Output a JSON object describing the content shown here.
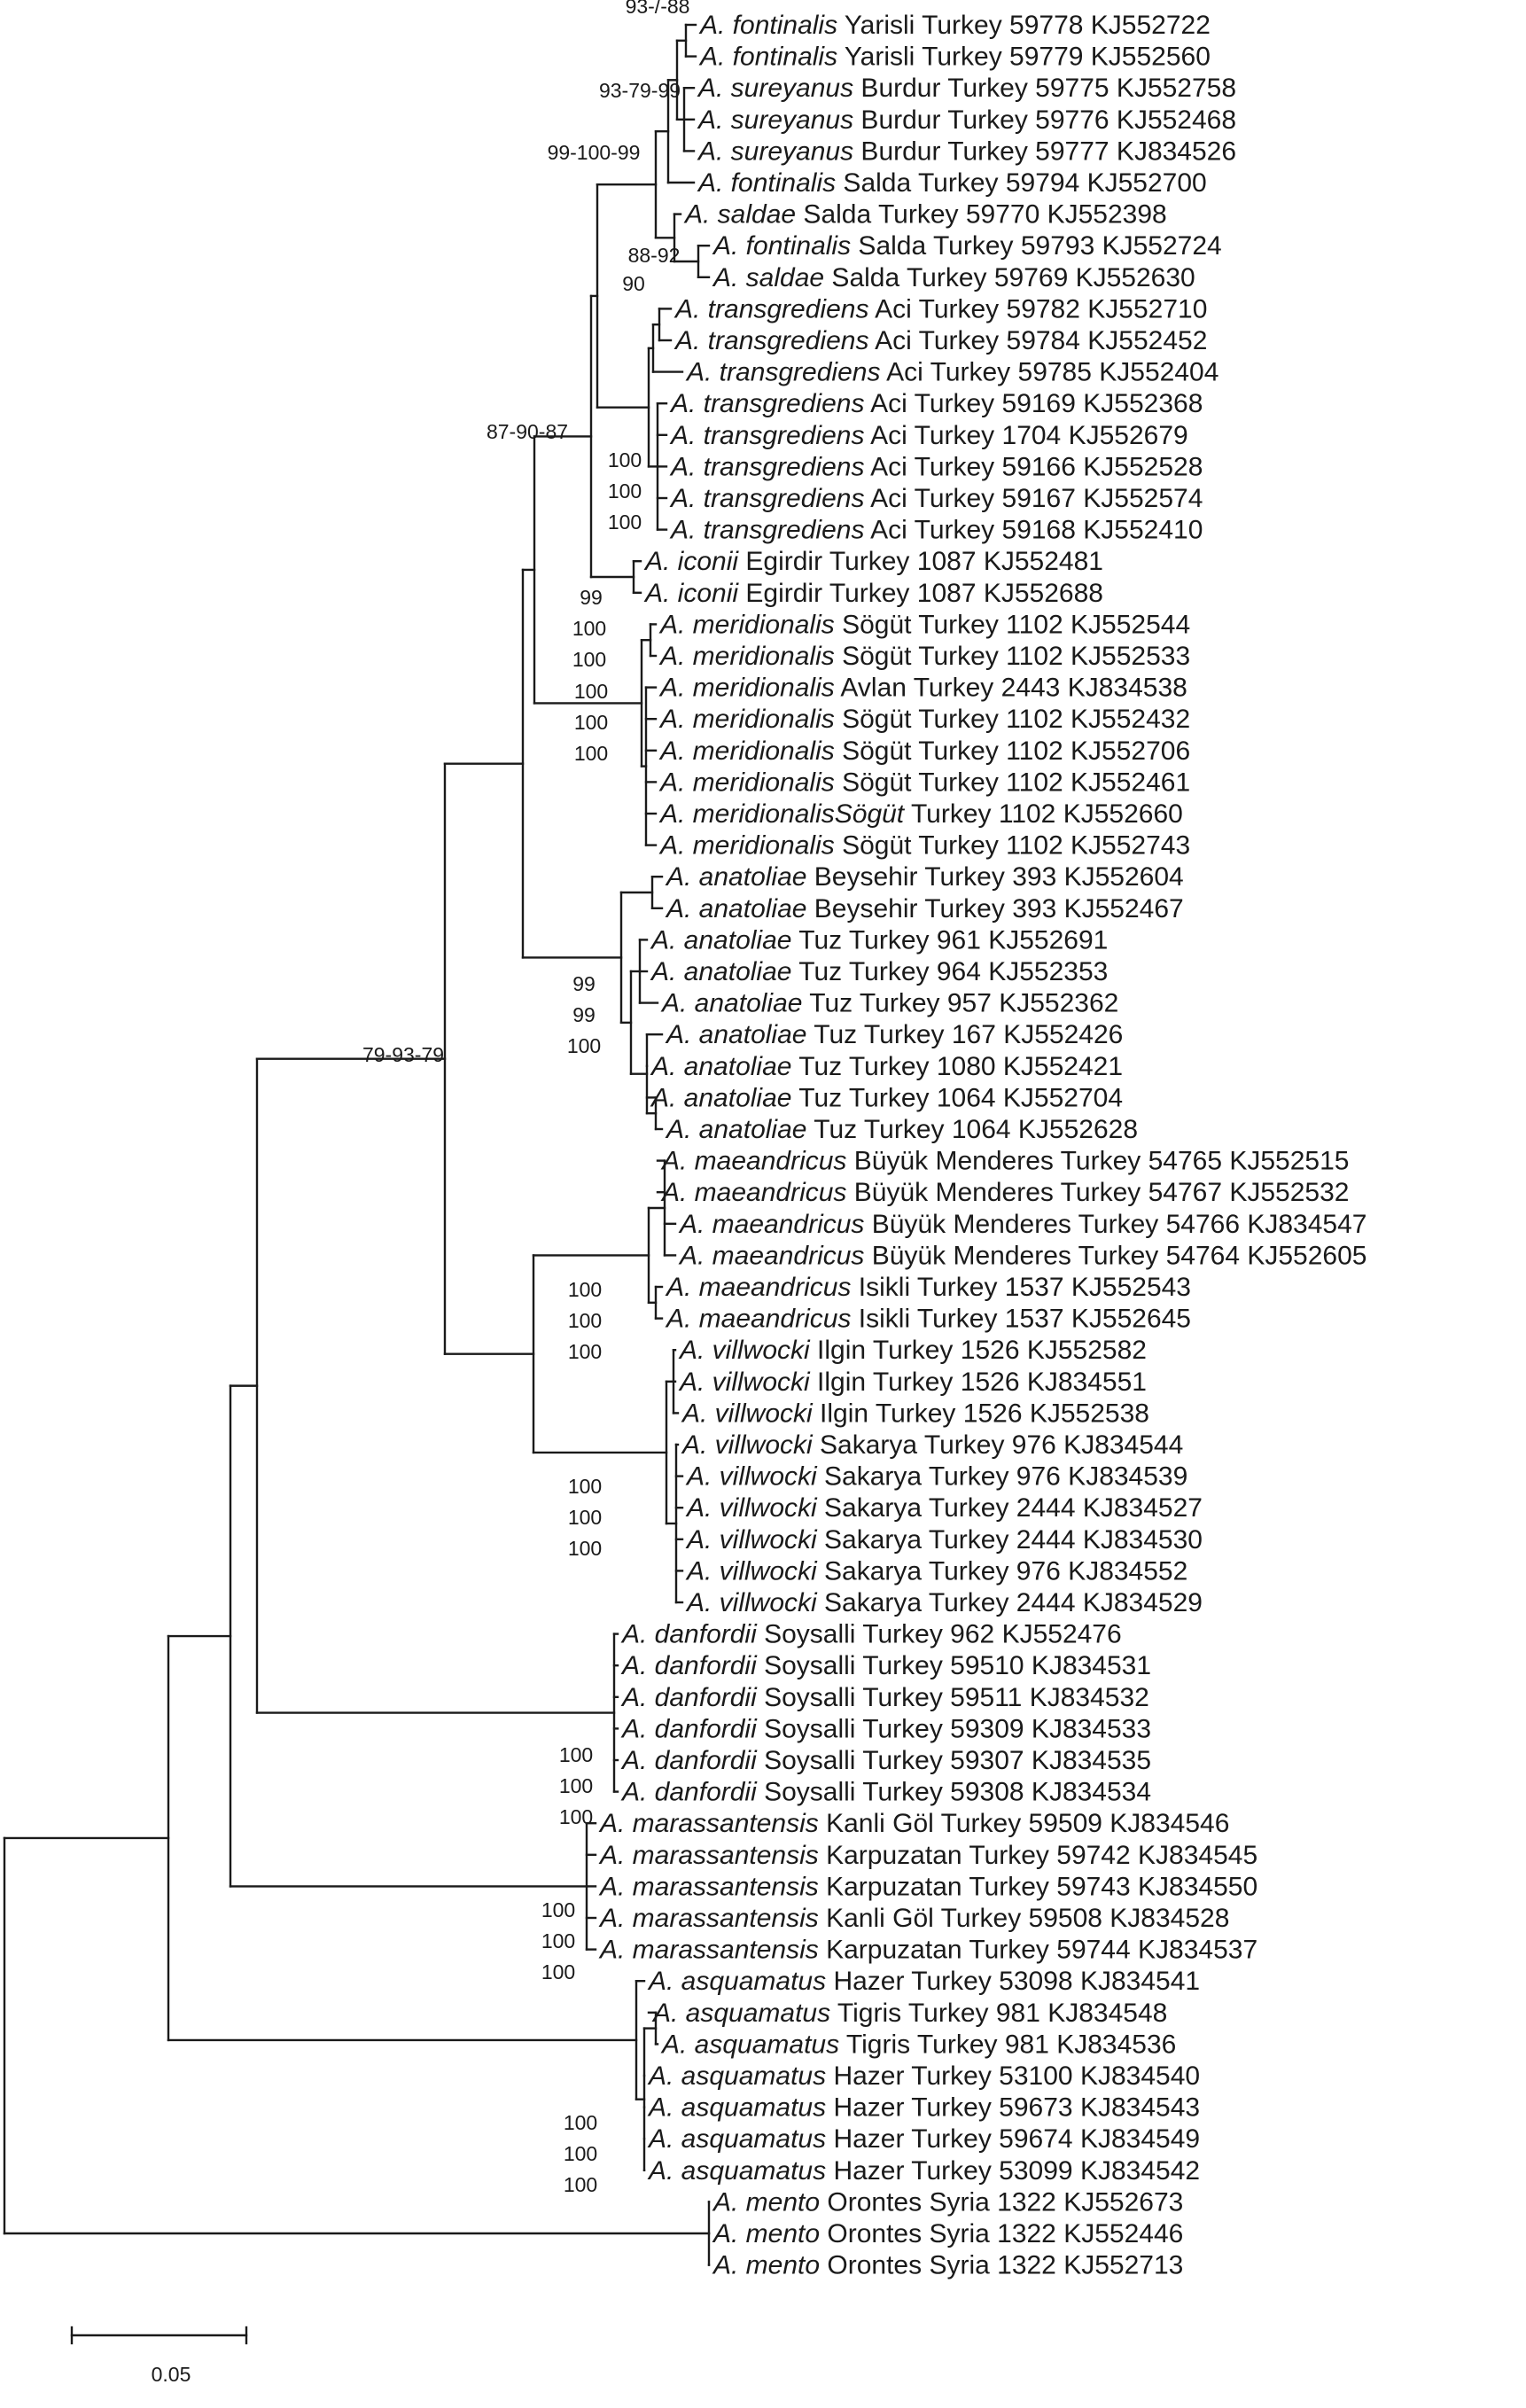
{
  "taxa": [
    {
      "genus": "A. fontinalis",
      "rest": "Yarisli Turkey 59778 KJ552722"
    },
    {
      "genus": "A. fontinalis",
      "rest": "Yarisli Turkey 59779 KJ552560"
    },
    {
      "genus": "A. sureyanus",
      "rest": "Burdur Turkey 59775 KJ552758"
    },
    {
      "genus": "A. sureyanus",
      "rest": "Burdur Turkey 59776 KJ552468"
    },
    {
      "genus": "A. sureyanus",
      "rest": "Burdur Turkey 59777 KJ834526"
    },
    {
      "genus": "A. fontinalis",
      "rest": "Salda Turkey 59794 KJ552700"
    },
    {
      "genus": "A. saldae",
      "rest": "Salda Turkey 59770 KJ552398"
    },
    {
      "genus": "A. fontinalis",
      "rest": "Salda Turkey 59793 KJ552724"
    },
    {
      "genus": "A. saldae",
      "rest": "Salda Turkey 59769 KJ552630"
    },
    {
      "genus": "A. transgrediens",
      "rest": "Aci Turkey 59782 KJ552710"
    },
    {
      "genus": "A. transgrediens",
      "rest": "Aci Turkey 59784 KJ552452"
    },
    {
      "genus": "A. transgrediens",
      "rest": "Aci Turkey 59785 KJ552404"
    },
    {
      "genus": "A. transgrediens",
      "rest": "Aci Turkey 59169 KJ552368"
    },
    {
      "genus": "A. transgrediens",
      "rest": "Aci Turkey 1704 KJ552679"
    },
    {
      "genus": "A. transgrediens",
      "rest": "Aci Turkey 59166 KJ552528"
    },
    {
      "genus": "A. transgrediens",
      "rest": "Aci Turkey 59167 KJ552574"
    },
    {
      "genus": "A. transgrediens",
      "rest": "Aci Turkey 59168 KJ552410"
    },
    {
      "genus": "A. iconii",
      "rest": "Egirdir Turkey 1087 KJ552481"
    },
    {
      "genus": "A. iconii",
      "rest": "Egirdir Turkey 1087 KJ552688"
    },
    {
      "genus": "A. meridionalis",
      "rest": "Sögüt Turkey 1102 KJ552544"
    },
    {
      "genus": "A. meridionalis",
      "rest": "Sögüt Turkey 1102 KJ552533"
    },
    {
      "genus": "A. meridionalis",
      "rest": "Avlan Turkey 2443 KJ834538"
    },
    {
      "genus": "A. meridionalis",
      "rest": "Sögüt Turkey 1102 KJ552432"
    },
    {
      "genus": "A. meridionalis",
      "rest": "Sögüt Turkey 1102 KJ552706"
    },
    {
      "genus": "A. meridionalis",
      "rest": "Sögüt Turkey 1102 KJ552461"
    },
    {
      "genus": "A. meridionalisSögüt",
      "rest": "Turkey 1102 KJ552660"
    },
    {
      "genus": "A. meridionalis",
      "rest": "Sögüt Turkey 1102 KJ552743"
    },
    {
      "genus": "A. anatoliae",
      "rest": "Beysehir Turkey 393 KJ552604"
    },
    {
      "genus": "A. anatoliae",
      "rest": "Beysehir Turkey 393 KJ552467"
    },
    {
      "genus": "A. anatoliae",
      "rest": "Tuz Turkey 961 KJ552691"
    },
    {
      "genus": "A. anatoliae",
      "rest": "Tuz Turkey 964 KJ552353"
    },
    {
      "genus": "A. anatoliae",
      "rest": "Tuz Turkey 957 KJ552362"
    },
    {
      "genus": "A. anatoliae",
      "rest": "Tuz Turkey 167 KJ552426"
    },
    {
      "genus": "A. anatoliae",
      "rest": "Tuz Turkey 1080 KJ552421"
    },
    {
      "genus": "A. anatoliae",
      "rest": "Tuz Turkey 1064 KJ552704"
    },
    {
      "genus": "A. anatoliae",
      "rest": "Tuz Turkey 1064 KJ552628"
    },
    {
      "genus": "A. maeandricus",
      "rest": "Büyük Menderes Turkey 54765 KJ552515"
    },
    {
      "genus": "A. maeandricus",
      "rest": "Büyük Menderes Turkey 54767 KJ552532"
    },
    {
      "genus": "A. maeandricus",
      "rest": "Büyük Menderes Turkey 54766 KJ834547"
    },
    {
      "genus": "A. maeandricus",
      "rest": "Büyük Menderes Turkey 54764 KJ552605"
    },
    {
      "genus": "A. maeandricus",
      "rest": "Isikli Turkey 1537 KJ552543"
    },
    {
      "genus": "A. maeandricus",
      "rest": "Isikli Turkey 1537 KJ552645"
    },
    {
      "genus": "A. villwocki",
      "rest": "Ilgin Turkey 1526 KJ552582"
    },
    {
      "genus": "A. villwocki",
      "rest": "Ilgin Turkey 1526 KJ834551"
    },
    {
      "genus": "A. villwocki",
      "rest": "Ilgin Turkey 1526 KJ552538"
    },
    {
      "genus": "A. villwocki",
      "rest": "Sakarya Turkey 976 KJ834544"
    },
    {
      "genus": "A. villwocki",
      "rest": "Sakarya Turkey 976 KJ834539"
    },
    {
      "genus": "A. villwocki",
      "rest": "Sakarya Turkey 2444 KJ834527"
    },
    {
      "genus": "A. villwocki",
      "rest": "Sakarya Turkey 2444 KJ834530"
    },
    {
      "genus": "A. villwocki",
      "rest": "Sakarya Turkey 976 KJ834552"
    },
    {
      "genus": "A. villwocki",
      "rest": "Sakarya Turkey 2444 KJ834529"
    },
    {
      "genus": "A. danfordii",
      "rest": "Soysalli Turkey 962 KJ552476"
    },
    {
      "genus": "A. danfordii",
      "rest": "Soysalli Turkey 59510 KJ834531"
    },
    {
      "genus": "A. danfordii",
      "rest": "Soysalli Turkey 59511 KJ834532"
    },
    {
      "genus": "A. danfordii",
      "rest": "Soysalli Turkey 59309 KJ834533"
    },
    {
      "genus": "A. danfordii",
      "rest": "Soysalli Turkey 59307 KJ834535"
    },
    {
      "genus": "A. danfordii",
      "rest": "Soysalli Turkey 59308 KJ834534"
    },
    {
      "genus": "A. marassantensis",
      "rest": "Kanli Göl Turkey 59509 KJ834546"
    },
    {
      "genus": "A. marassantensis",
      "rest": "Karpuzatan Turkey 59742 KJ834545"
    },
    {
      "genus": "A. marassantensis",
      "rest": "Karpuzatan Turkey 59743 KJ834550"
    },
    {
      "genus": "A. marassantensis",
      "rest": "Kanli Göl Turkey 59508 KJ834528"
    },
    {
      "genus": "A. marassantensis",
      "rest": "Karpuzatan Turkey 59744 KJ834537"
    },
    {
      "genus": "A. asquamatus",
      "rest": "Hazer Turkey 53098 KJ834541"
    },
    {
      "genus": "A. asquamatus",
      "rest": "Tigris Turkey 981 KJ834548"
    },
    {
      "genus": "A. asquamatus",
      "rest": "Tigris Turkey 981 KJ834536"
    },
    {
      "genus": "A. asquamatus",
      "rest": "Hazer Turkey 53100 KJ834540"
    },
    {
      "genus": "A. asquamatus",
      "rest": "Hazer Turkey 59673 KJ834543"
    },
    {
      "genus": "A. asquamatus",
      "rest": "Hazer Turkey 59674 KJ834549"
    },
    {
      "genus": "A. asquamatus",
      "rest": "Hazer Turkey 53099 KJ834542"
    },
    {
      "genus": "A. mento",
      "rest": "Orontes Syria 1322 KJ552673"
    },
    {
      "genus": "A. mento",
      "rest": "Orontes Syria 1322 KJ552446"
    },
    {
      "genus": "A. mento",
      "rest": "Orontes Syria 1322 KJ552713"
    }
  ],
  "support_labels": [
    "93-/-88",
    "93-79-99",
    "99-100-99",
    "88-92",
    "90",
    "87-90-87",
    "100",
    "100",
    "100",
    "99",
    "100",
    "100",
    "100",
    "100",
    "100",
    "99",
    "99",
    "100",
    "79-93-79",
    "100",
    "100",
    "100",
    "100",
    "100",
    "100",
    "100",
    "100",
    "100",
    "100",
    "100",
    "100",
    "100",
    "100",
    "100"
  ],
  "scale_bar": {
    "label": "0.05",
    "value": 0.05
  },
  "colors": {
    "ink": "#1a1a1a",
    "background": "#ffffff"
  }
}
